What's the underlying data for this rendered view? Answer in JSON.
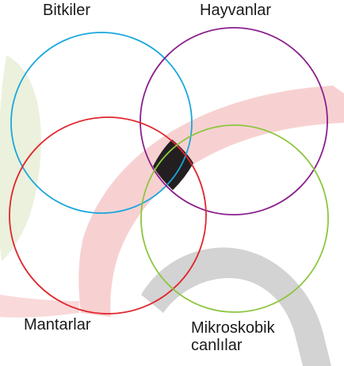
{
  "labels": {
    "plants": "Bitkiler",
    "animals": "Hayvanlar",
    "fungi": "Mantarlar",
    "microbes_line1": "Mikroskobik",
    "microbes_line2": "canlılar"
  },
  "colors": {
    "plants": "#1aa7dd",
    "animals": "#8a1f8d",
    "fungi": "#e0262e",
    "microbes": "#8dc63f",
    "intersection": "#231f20",
    "watermark_red": "#f6c9c9",
    "watermark_gray": "#c8c8c8",
    "watermark_leaf": "#e7efd6"
  }
}
